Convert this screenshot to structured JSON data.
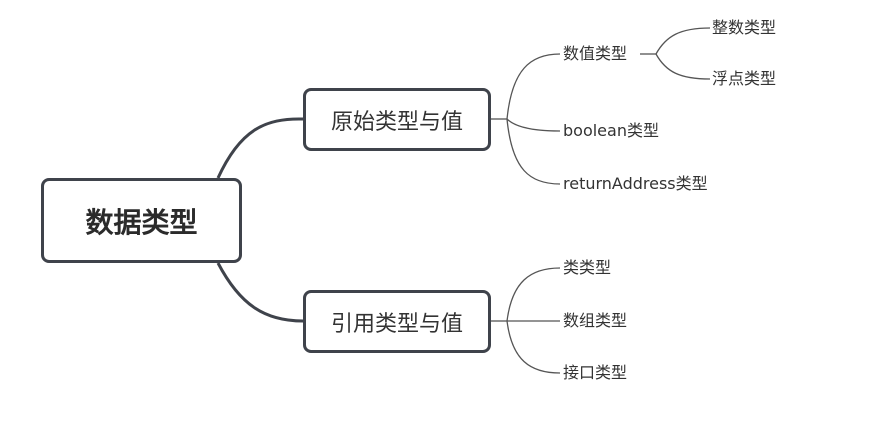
{
  "root": {
    "label": "数据类型"
  },
  "branches": [
    {
      "label": "原始类型与值",
      "children": [
        {
          "label": "数值类型",
          "children": [
            {
              "label": "整数类型"
            },
            {
              "label": "浮点类型"
            }
          ]
        },
        {
          "label": "boolean类型"
        },
        {
          "label": "returnAddress类型"
        }
      ]
    },
    {
      "label": "引用类型与值",
      "children": [
        {
          "label": "类类型"
        },
        {
          "label": "数组类型"
        },
        {
          "label": "接口类型"
        }
      ]
    }
  ],
  "colors": {
    "main_line": "#3f434b",
    "thin_line": "#555555",
    "text": "#333333"
  }
}
